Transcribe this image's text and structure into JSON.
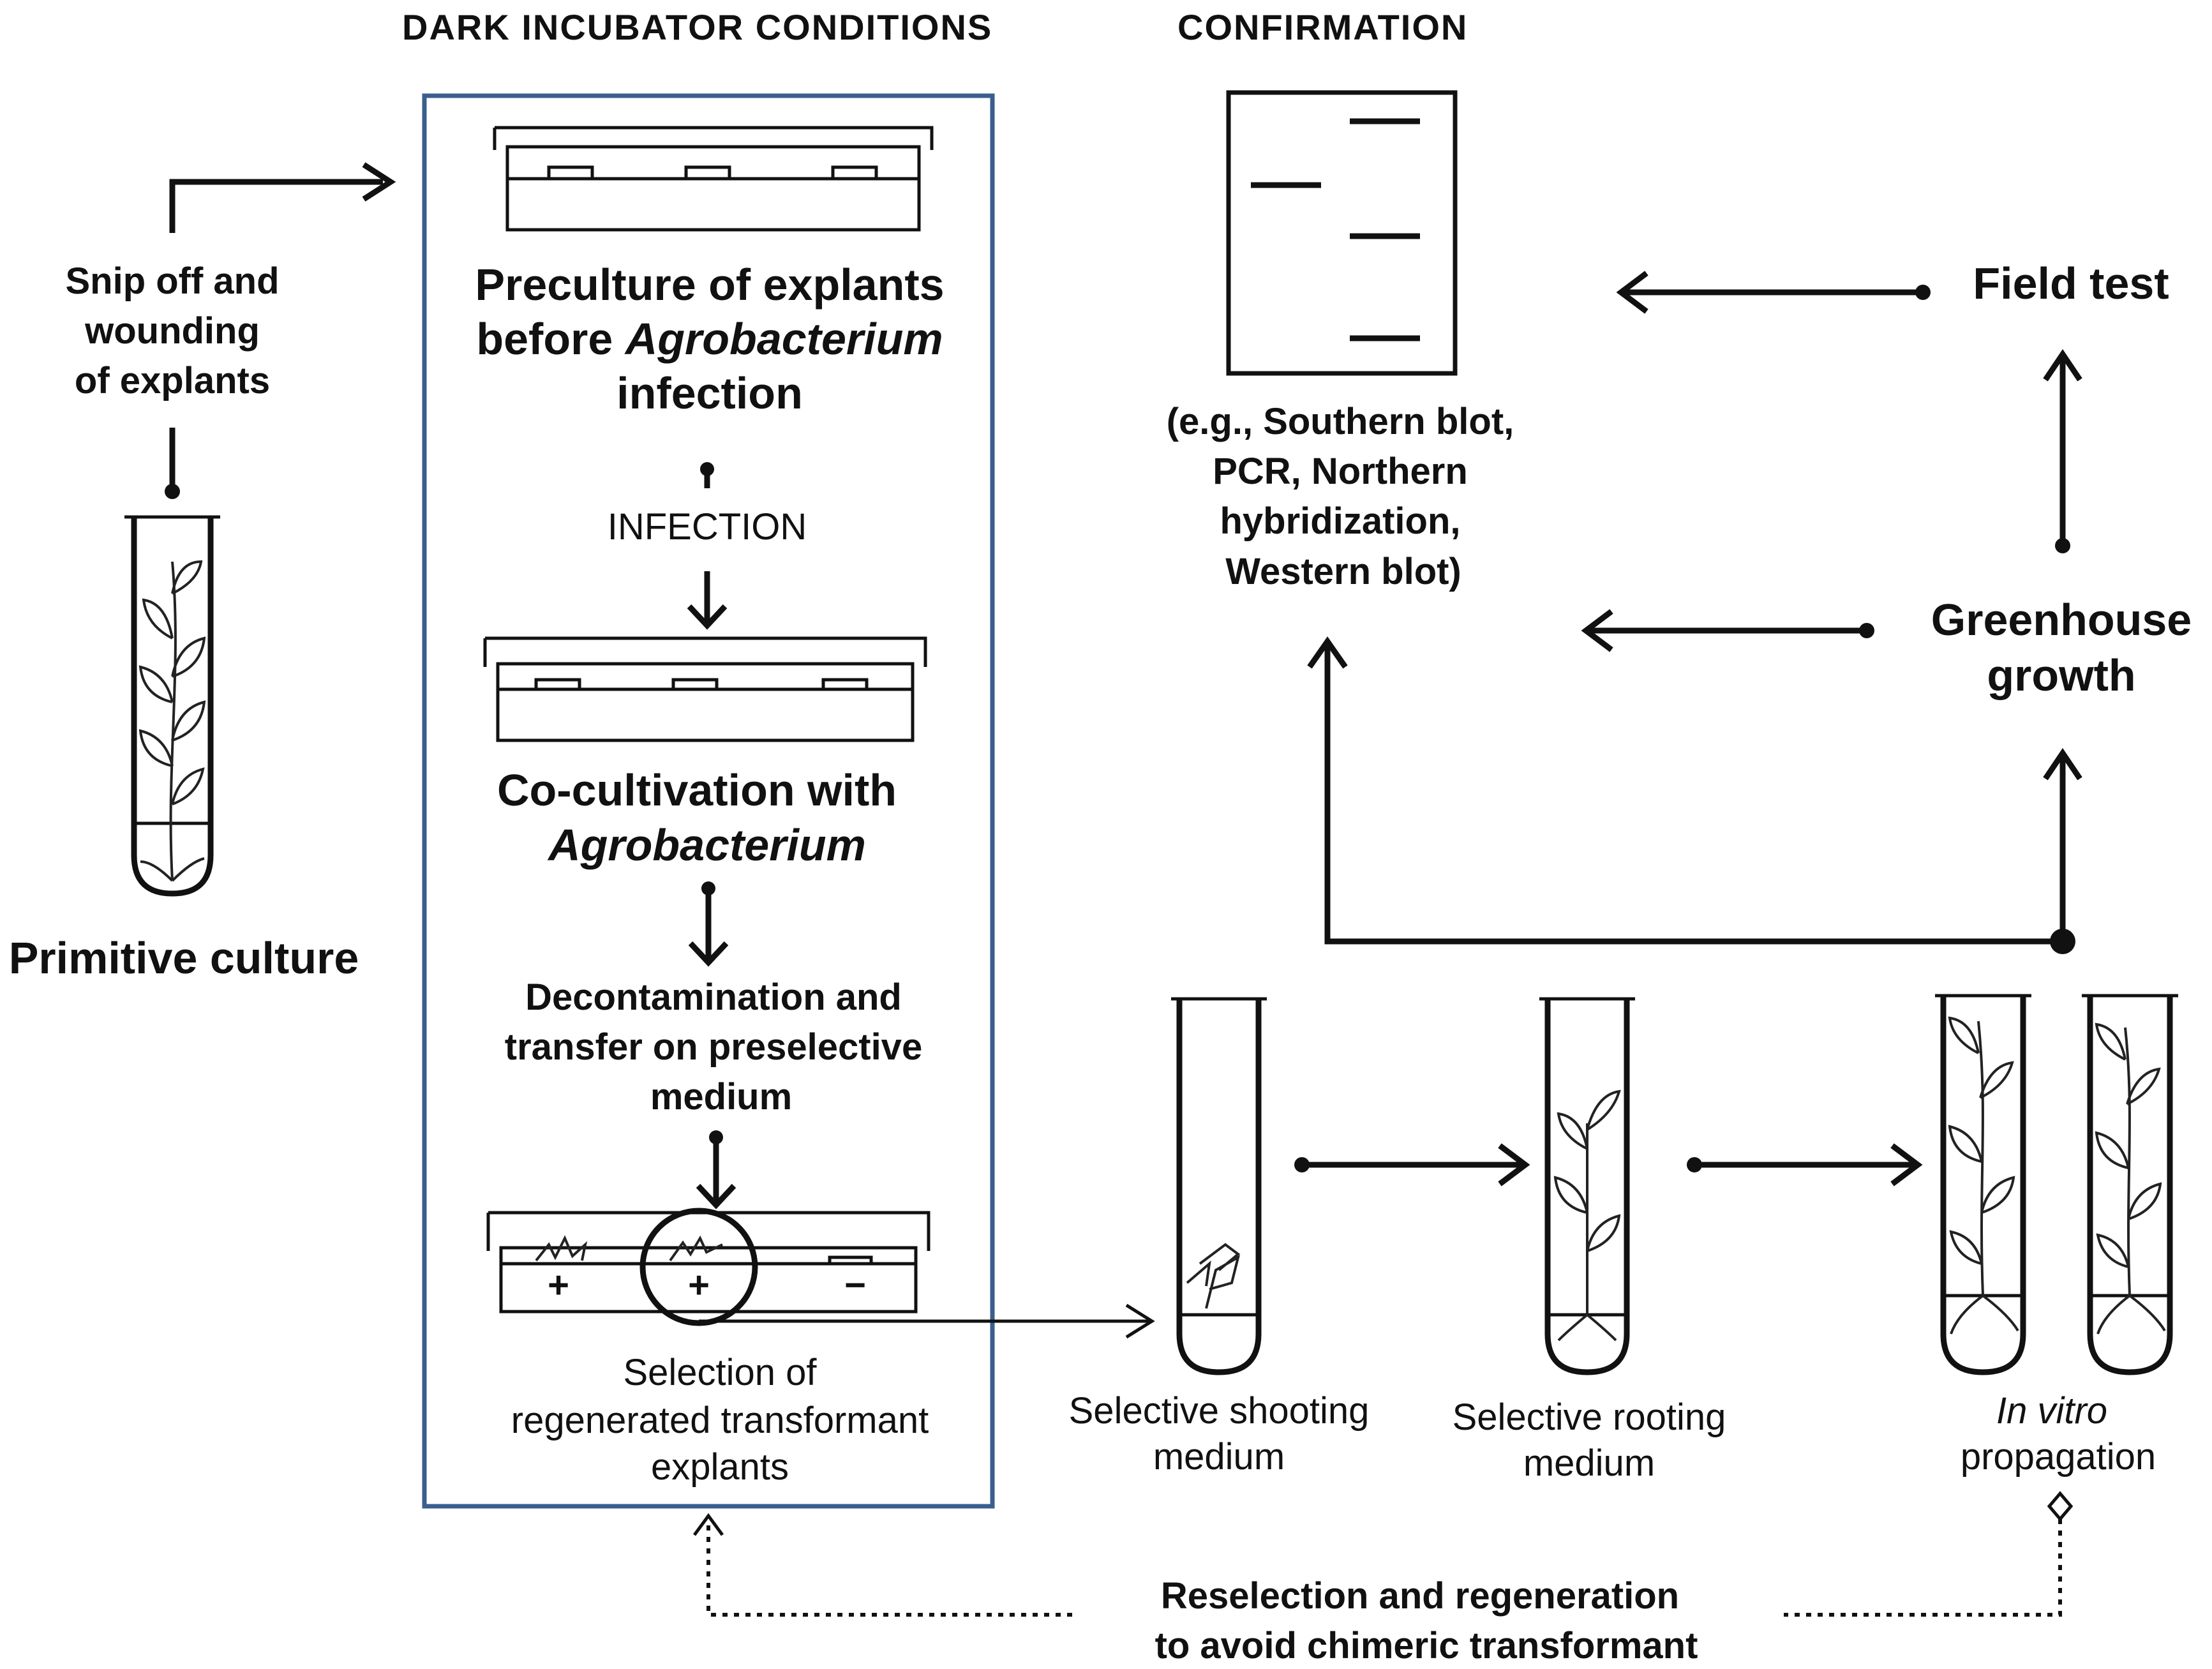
{
  "headers": {
    "dark_incubator": "DARK INCUBATOR CONDITIONS",
    "confirmation": "CONFIRMATION"
  },
  "left": {
    "snip_line1": "Snip off and",
    "snip_line2": "wounding",
    "snip_line3": "of explants",
    "primitive_culture": "Primitive culture"
  },
  "box": {
    "preculture_line1": "Preculture of explants",
    "preculture_line2a": "before ",
    "preculture_line2b": "Agrobacterium",
    "preculture_line3": "infection",
    "infection": "INFECTION",
    "cocult_line1": "Co-cultivation with",
    "cocult_line2": "Agrobacterium",
    "decon_line1": "Decontamination and",
    "decon_line2": "transfer on preselective",
    "decon_line3": "medium",
    "plus1": "+",
    "plus2": "+",
    "minus": "−",
    "selection_line1": "Selection of",
    "selection_line2": "regenerated transformant",
    "selection_line3": "explants"
  },
  "confirmation": {
    "methods_line1": "(e.g., Southern blot,",
    "methods_line2": "PCR, Northern",
    "methods_line3": "hybridization,",
    "methods_line4": "Western blot)"
  },
  "right": {
    "field_test": "Field test",
    "greenhouse_line1": "Greenhouse",
    "greenhouse_line2": "growth",
    "shooting_line1": "Selective shooting",
    "shooting_line2": "medium",
    "rooting_line1": "Selective rooting",
    "rooting_line2": "medium",
    "invitro_line1": "In vitro",
    "invitro_line2": "propagation"
  },
  "bottom": {
    "reselection_line1": "Reselection and regeneration",
    "reselection_line2": "to avoid chimeric transformant"
  },
  "colors": {
    "box_border": "#3a5f8f",
    "ink": "#111111"
  }
}
